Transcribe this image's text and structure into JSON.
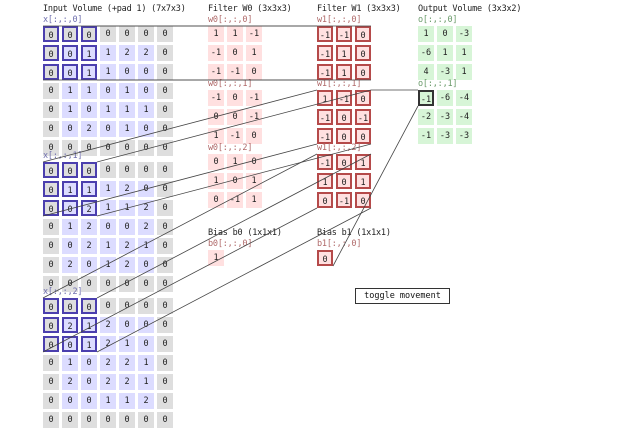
{
  "headings": {
    "input": "Input Volume (+pad 1) (7x7x3)",
    "w0": "Filter W0 (3x3x3)",
    "w1": "Filter W1 (3x3x3)",
    "output": "Output Volume (3x3x2)",
    "b0": "Bias b0 (1x1x1)",
    "b1": "Bias b1 (1x1x1)"
  },
  "input_slices": [
    {
      "label": "x[:,:,0]",
      "rows": [
        [
          0,
          0,
          0,
          0,
          0,
          0,
          0
        ],
        [
          0,
          0,
          1,
          1,
          2,
          2,
          0
        ],
        [
          0,
          0,
          1,
          1,
          0,
          0,
          0
        ],
        [
          0,
          1,
          1,
          0,
          1,
          0,
          0
        ],
        [
          0,
          1,
          0,
          1,
          1,
          1,
          0
        ],
        [
          0,
          0,
          2,
          0,
          1,
          0,
          0
        ],
        [
          0,
          0,
          0,
          0,
          0,
          0,
          0
        ]
      ]
    },
    {
      "label": "x[:,:,1]",
      "rows": [
        [
          0,
          0,
          0,
          0,
          0,
          0,
          0
        ],
        [
          0,
          1,
          1,
          1,
          2,
          0,
          0
        ],
        [
          0,
          0,
          2,
          1,
          1,
          2,
          0
        ],
        [
          0,
          1,
          2,
          0,
          0,
          2,
          0
        ],
        [
          0,
          0,
          2,
          1,
          2,
          1,
          0
        ],
        [
          0,
          2,
          0,
          1,
          2,
          0,
          0
        ],
        [
          0,
          0,
          0,
          0,
          0,
          0,
          0
        ]
      ]
    },
    {
      "label": "x[:,:,2]",
      "rows": [
        [
          0,
          0,
          0,
          0,
          0,
          0,
          0
        ],
        [
          0,
          2,
          1,
          2,
          0,
          0,
          0
        ],
        [
          0,
          0,
          1,
          2,
          1,
          0,
          0
        ],
        [
          0,
          1,
          0,
          2,
          2,
          1,
          0
        ],
        [
          0,
          2,
          0,
          2,
          2,
          1,
          0
        ],
        [
          0,
          0,
          0,
          1,
          1,
          2,
          0
        ],
        [
          0,
          0,
          0,
          0,
          0,
          0,
          0
        ]
      ]
    }
  ],
  "w0_slices": [
    {
      "label": "w0[:,:,0]",
      "rows": [
        [
          "1",
          "1",
          "-1"
        ],
        [
          "-1",
          "0",
          "1"
        ],
        [
          "-1",
          "-1",
          "0"
        ]
      ]
    },
    {
      "label": "w0[:,:,1]",
      "rows": [
        [
          "-1",
          "0",
          "-1"
        ],
        [
          "0",
          "0",
          "-1"
        ],
        [
          "1",
          "-1",
          "0"
        ]
      ]
    },
    {
      "label": "w0[:,:,2]",
      "rows": [
        [
          "0",
          "1",
          "0"
        ],
        [
          "1",
          "0",
          "1"
        ],
        [
          "0",
          "-1",
          "1"
        ]
      ]
    }
  ],
  "w1_slices": [
    {
      "label": "w1[:,:,0]",
      "rows": [
        [
          "-1",
          "-1",
          "0"
        ],
        [
          "-1",
          "1",
          "0"
        ],
        [
          "-1",
          "1",
          "0"
        ]
      ]
    },
    {
      "label": "w1[:,:,1]",
      "rows": [
        [
          "1",
          "-1",
          "0"
        ],
        [
          "-1",
          "0",
          "-1"
        ],
        [
          "-1",
          "0",
          "0"
        ]
      ]
    },
    {
      "label": "w1[:,:,2]",
      "rows": [
        [
          "-1",
          "0",
          "1"
        ],
        [
          "1",
          "0",
          "1"
        ],
        [
          "0",
          "-1",
          "0"
        ]
      ]
    }
  ],
  "b0": {
    "label": "b0[:,:,0]",
    "value": "1"
  },
  "b1": {
    "label": "b1[:,:,0]",
    "value": "0"
  },
  "output_slices": [
    {
      "label": "o[:,:,0]",
      "rows": [
        [
          "1",
          "0",
          "-3"
        ],
        [
          "-6",
          "1",
          "1"
        ],
        [
          "4",
          "-3",
          "1"
        ]
      ]
    },
    {
      "label": "o[:,:,1]",
      "rows": [
        [
          "-1",
          "-6",
          "-4"
        ],
        [
          "-2",
          "-3",
          "-4"
        ],
        [
          "-1",
          "-3",
          "-3"
        ]
      ]
    }
  ],
  "toggle_label": "toggle movement",
  "colors": {
    "input_cell": "#dcdcff",
    "pad_cell": "#dedede",
    "weight_cell": "#ffe0e0",
    "output_cell": "#d7f5d7",
    "input_highlight": "#4b3fae",
    "weight_highlight": "#b54a4a"
  }
}
